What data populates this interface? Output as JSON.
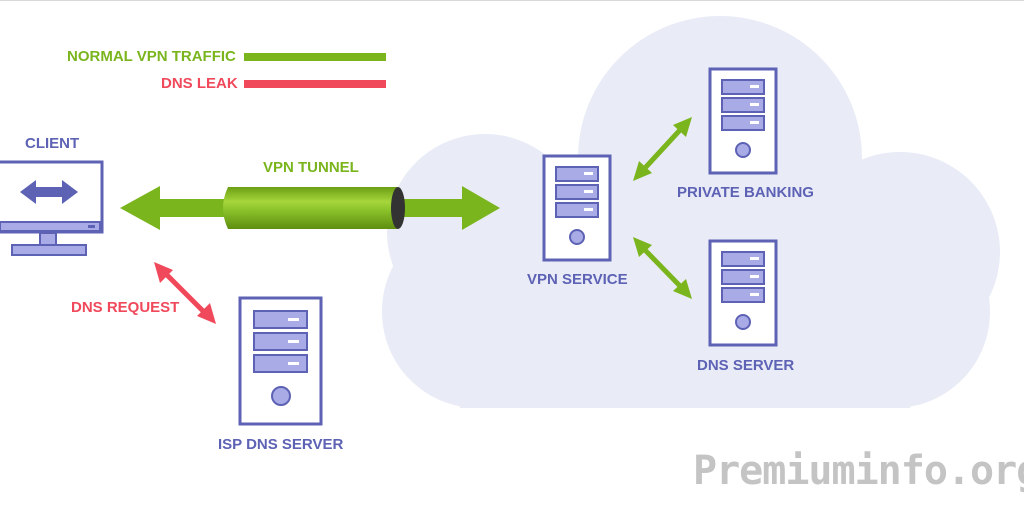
{
  "legend": {
    "normal_vpn_traffic": "NORMAL VPN TRAFFIC",
    "dns_leak": "DNS LEAK"
  },
  "labels": {
    "client": "CLIENT",
    "vpn_tunnel": "VPN TUNNEL",
    "dns_request": "DNS REQUEST",
    "isp_dns_server": "ISP DNS SERVER",
    "vpn_service": "VPN SERVICE",
    "private_banking": "PRIVATE BANKING",
    "dns_server": "DNS SERVER"
  },
  "watermark": "Premiuminfo.org",
  "colors": {
    "normal_traffic": "#7ab51d",
    "dns_leak": "#f0495c",
    "device": "#5d62b5",
    "device_fill": "#a8abe6",
    "cloud": "#e9ecf7"
  }
}
